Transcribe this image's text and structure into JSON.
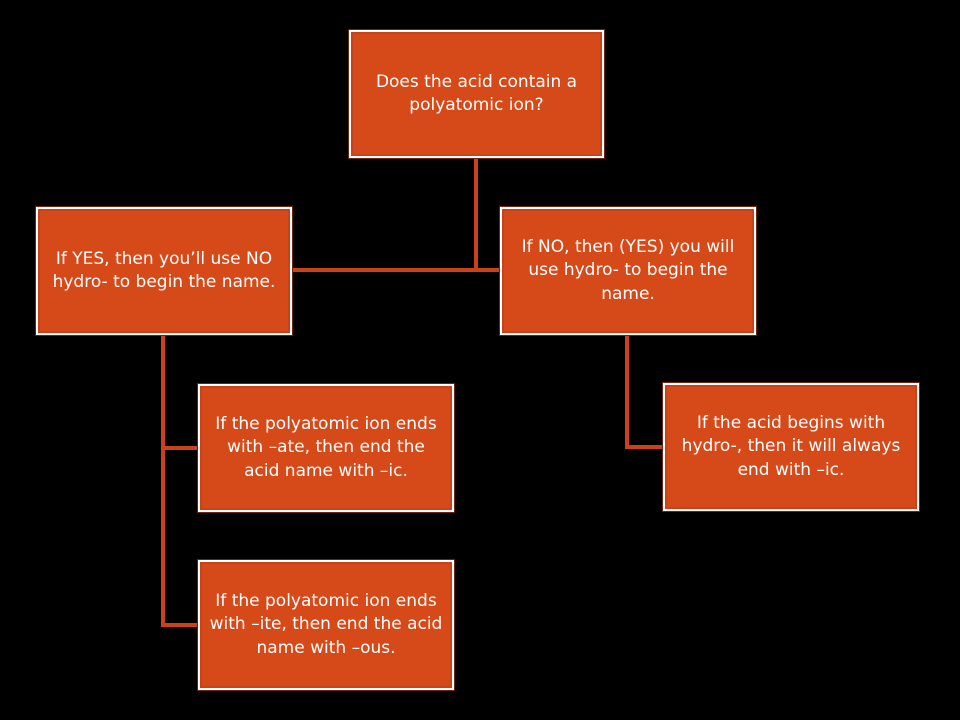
{
  "colors": {
    "background": "#000000",
    "node_fill": "#d64a1a",
    "node_border": "#ffffff",
    "connector": "#c9421a",
    "text": "#ffffff"
  },
  "nodes": {
    "root": {
      "text": "Does the acid contain a polyatomic ion?"
    },
    "yes": {
      "text": "If YES, then you’ll use NO hydro- to begin the name."
    },
    "no": {
      "text": "If NO, then (YES) you will use hydro- to begin the name."
    },
    "ate": {
      "text": "If the polyatomic ion ends with –ate, then end the acid name with –ic."
    },
    "ite": {
      "text": "If the polyatomic ion ends with –ite, then end the acid name with –ous."
    },
    "hydro": {
      "text": "If the acid begins with hydro-, then it will always end with –ic."
    }
  }
}
